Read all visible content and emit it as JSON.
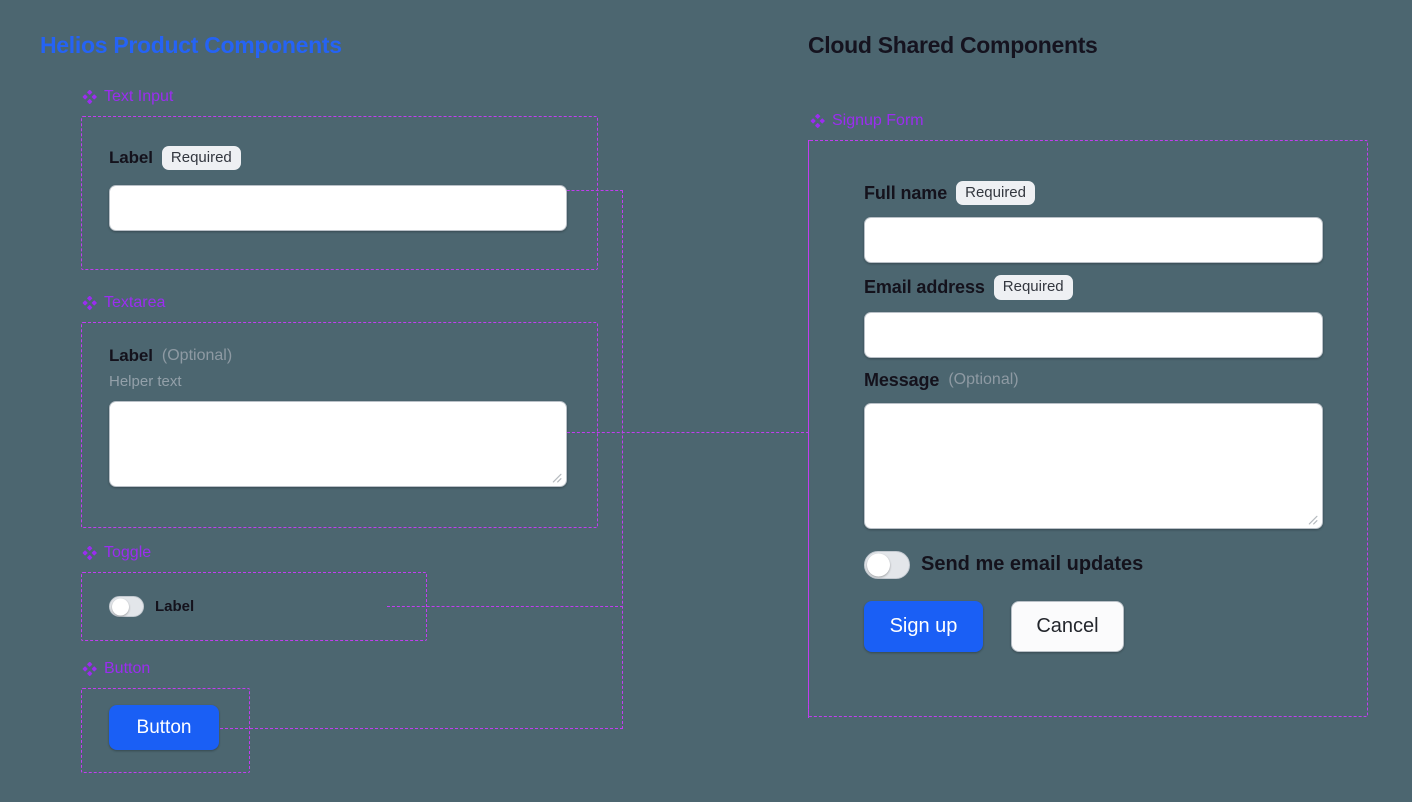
{
  "background_color": "#4c6670",
  "accent_colors": {
    "left_title": "#2563f5",
    "right_title": "#15131f",
    "section_label": "#9b2df0",
    "outline_dashed": "#c23df0",
    "primary_button": "#1a5ff5",
    "badge_bg": "#eef0f3",
    "input_bg": "#ffffff"
  },
  "left_panel": {
    "title": "Helios Product Components",
    "sections": [
      {
        "icon": "component-icon",
        "label": "Text Input",
        "field": {
          "label": "Label",
          "badge": "Required",
          "value": "",
          "placeholder": ""
        }
      },
      {
        "icon": "component-icon",
        "label": "Textarea",
        "field": {
          "label": "Label",
          "optional": "(Optional)",
          "helper": "Helper text",
          "value": "",
          "placeholder": ""
        }
      },
      {
        "icon": "component-icon",
        "label": "Toggle",
        "field": {
          "label": "Label",
          "state": "off"
        }
      },
      {
        "icon": "component-icon",
        "label": "Button",
        "field": {
          "label": "Button"
        }
      }
    ]
  },
  "right_panel": {
    "title": "Cloud Shared Components",
    "section": {
      "icon": "component-icon",
      "label": "Signup Form"
    },
    "form": {
      "fields": [
        {
          "label": "Full name",
          "badge": "Required",
          "value": "",
          "placeholder": "",
          "type": "text"
        },
        {
          "label": "Email address",
          "badge": "Required",
          "value": "",
          "placeholder": "",
          "type": "email"
        },
        {
          "label": "Message",
          "optional": "(Optional)",
          "value": "",
          "placeholder": "",
          "type": "textarea"
        }
      ],
      "toggle": {
        "label": "Send me email updates",
        "state": "off"
      },
      "submit_label": "Sign up",
      "cancel_label": "Cancel"
    }
  }
}
